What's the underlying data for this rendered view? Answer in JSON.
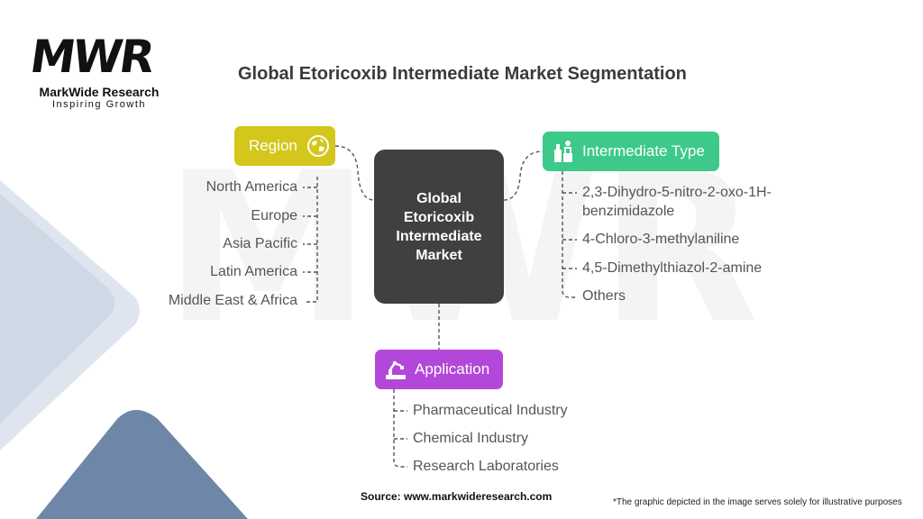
{
  "brand": {
    "logo_mark": "MWR",
    "name": "MarkWide Research",
    "tagline": "Inspiring Growth"
  },
  "title": "Global Etoricoxib Intermediate Market Segmentation",
  "center": {
    "line1": "Global",
    "line2": "Etoricoxib",
    "line3": "Intermediate",
    "line4": "Market"
  },
  "segments": {
    "region": {
      "label": "Region",
      "icon": "globe-icon",
      "color": "#d4c61a",
      "items": [
        "North America",
        "Europe",
        "Asia Pacific",
        "Latin America",
        "Middle East & Africa"
      ]
    },
    "intermediate_type": {
      "label": "Intermediate Type",
      "icon": "chemistry-lab-icon",
      "color": "#3cc98a",
      "items": [
        "2,3-Dihydro-5-nitro-2-oxo-1H-",
        "benzimidazole",
        "4-Chloro-3-methylaniline",
        "4,5-Dimethylthiazol-2-amine",
        "Others"
      ]
    },
    "application": {
      "label": "Application",
      "icon": "robot-arm-icon",
      "color": "#b347d9",
      "items": [
        "Pharmaceutical Industry",
        "Chemical Industry",
        "Research Laboratories"
      ]
    }
  },
  "source": "Source: www.markwideresearch.com",
  "disclaimer": "*The graphic depicted in the image serves solely for illustrative purposes"
}
